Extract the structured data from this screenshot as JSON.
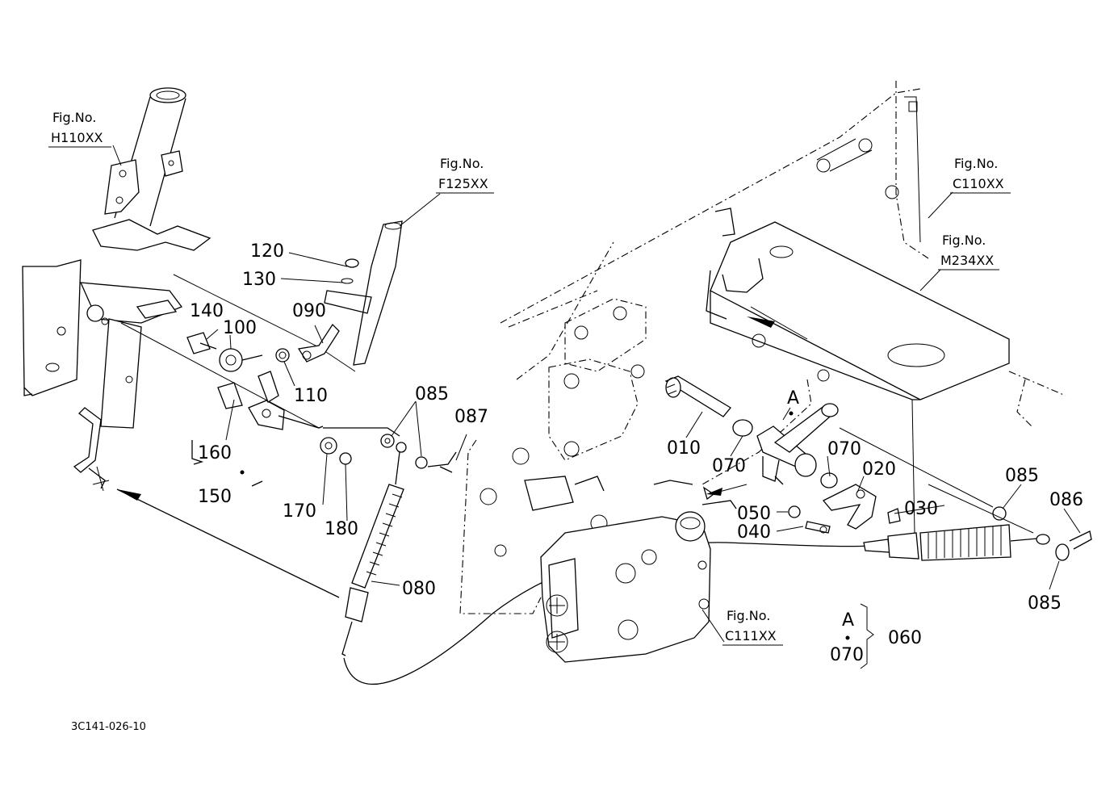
{
  "drawing_code": "3C141-026-10",
  "figure_refs": {
    "h110": {
      "caption": "Fig.No.",
      "number": "H110XX"
    },
    "f125": {
      "caption": "Fig.No.",
      "number": "F125XX"
    },
    "c110": {
      "caption": "Fig.No.",
      "number": "C110XX"
    },
    "m234": {
      "caption": "Fig.No.",
      "number": "M234XX"
    },
    "c111": {
      "caption": "Fig.No.",
      "number": "C111XX"
    }
  },
  "part_labels": {
    "p120": "120",
    "p130": "130",
    "p140": "140",
    "p100": "100",
    "p090": "090",
    "p110": "110",
    "p160": "160",
    "p150": "150",
    "p085a": "085",
    "p087": "087",
    "p170": "170",
    "p180": "180",
    "p080": "080",
    "p010": "010",
    "p070a": "070",
    "p070b": "070",
    "p020": "020",
    "p030": "030",
    "p050": "050",
    "p040": "040",
    "p085b": "085",
    "p086": "086",
    "p085c": "085"
  },
  "detail_marker": "A",
  "assembly_note": {
    "marker": "A",
    "part": "070",
    "group": "060"
  }
}
